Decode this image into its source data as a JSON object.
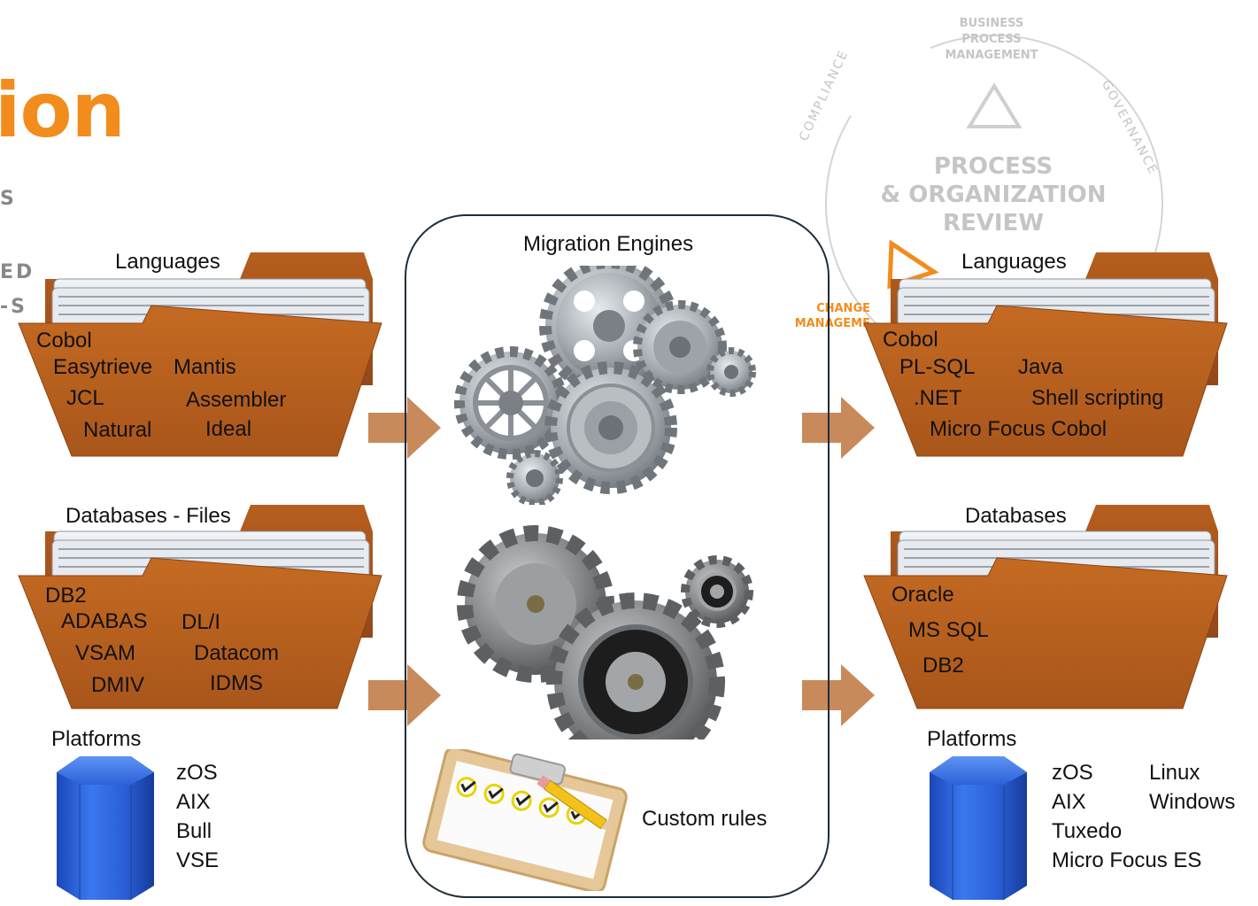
{
  "header": {
    "title_fragment": "ion",
    "sub_fragments": [
      "S",
      "ED",
      "-S"
    ]
  },
  "process_circle": {
    "top": "BUSINESS PROCESS MANAGEMENT",
    "top_lines": [
      "BUSINESS",
      "PROCESS",
      "MANAGEMENT"
    ],
    "left": "COMPLIANCE",
    "right": "GOVERNANCE",
    "center_lines": [
      "PROCESS",
      "& ORGANIZATION",
      "REVIEW"
    ],
    "change_lines": [
      "CHANGE",
      "MANAGEME"
    ]
  },
  "source": {
    "languages": {
      "title": "Languages",
      "items": [
        "Cobol",
        "Easytrieve",
        "Mantis",
        "JCL",
        "Assembler",
        "Natural",
        "Ideal"
      ]
    },
    "databases": {
      "title": "Databases - Files",
      "items": [
        "DB2",
        "ADABAS",
        "DL/I",
        "VSAM",
        "Datacom",
        "DMIV",
        "IDMS"
      ]
    },
    "platforms": {
      "title": "Platforms",
      "items": [
        "zOS",
        "AIX",
        "Bull",
        "VSE"
      ]
    }
  },
  "engines": {
    "title": "Migration Engines",
    "custom_rules": "Custom rules"
  },
  "target": {
    "languages": {
      "title": "Languages",
      "items": [
        "Cobol",
        "PL-SQL",
        "Java",
        ".NET",
        "Shell scripting",
        "Micro Focus Cobol"
      ]
    },
    "databases": {
      "title": "Databases",
      "items": [
        "Oracle",
        "MS SQL",
        "DB2"
      ]
    },
    "platforms": {
      "title": "Platforms",
      "items_left": [
        "zOS",
        "AIX",
        "Tuxedo",
        "Micro Focus ES"
      ],
      "items_right": [
        "Linux",
        "Windows"
      ]
    }
  },
  "colors": {
    "accent": "#f28c1d",
    "folder_front": "#b4601f",
    "folder_back": "#a3531a",
    "arrow": "#c98a5b",
    "cylinder": "#2a63d6",
    "box_border": "#1e2d3a"
  },
  "icons": [
    "gears-icon",
    "gears-icon",
    "checklist-icon",
    "cylinder-icon"
  ]
}
